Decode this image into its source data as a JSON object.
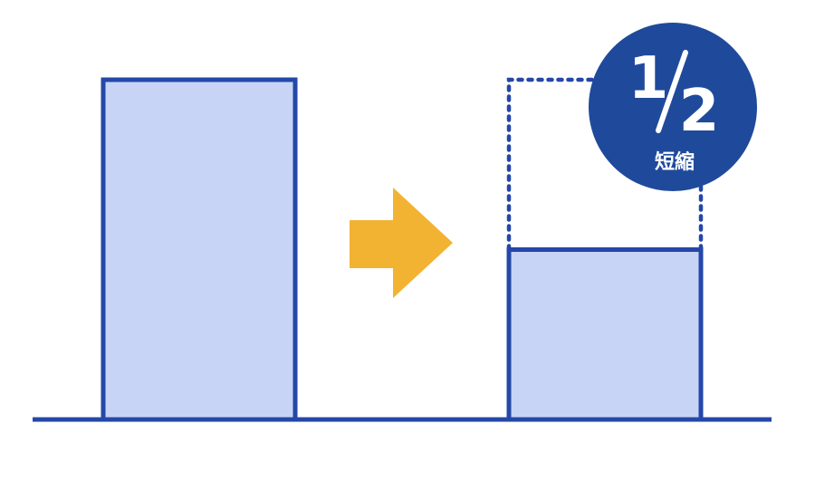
{
  "badge": {
    "numerator": "1",
    "denominator": "2",
    "caption": "短縮"
  },
  "comparison": {
    "before_relative_height": 1.0,
    "after_relative_height": 0.5
  },
  "colors": {
    "bar_fill": "#c8d4f5",
    "bar_stroke": "#2447a8",
    "baseline": "#2447a8",
    "arrow": "#f2b333",
    "badge_fill": "#1f4a9c",
    "badge_text": "#ffffff"
  }
}
